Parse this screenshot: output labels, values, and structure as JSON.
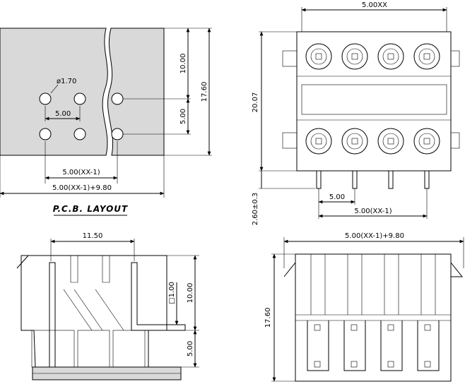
{
  "pcb_layout": {
    "title": "P.C.B. LAYOUT",
    "hole_dia": "ø1.70",
    "pitch": "5.00",
    "height_upper": "10.00",
    "height_lower": "5.00",
    "total_height": "17.60",
    "span_pins": "5.00(XX-1)",
    "span_total": "5.00(XX-1)+9.80"
  },
  "top_view": {
    "overall_width": "5.00XX",
    "height": "20.07",
    "pin_length": "2.60±0.3",
    "pitch": "5.00",
    "pin_span": "5.00(XX-1)"
  },
  "side_view": {
    "width": "11.50",
    "pin_square": "□1.00",
    "height_upper": "10.00",
    "height_lower": "5.00"
  },
  "front_view": {
    "overall_width": "5.00(XX-1)+9.80",
    "height": "17.60"
  }
}
